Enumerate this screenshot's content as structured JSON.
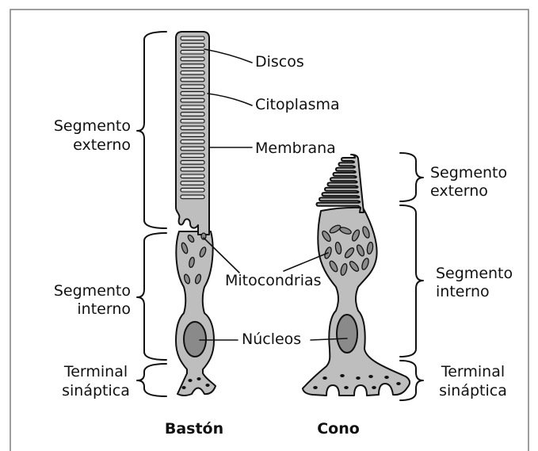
{
  "labels": {
    "discs": "Discos",
    "cytoplasm": "Citoplasma",
    "membrane": "Membrana",
    "mitochondria": "Mitocondrias",
    "nuclei": "Núcleos",
    "rod_outer_segment": [
      "Segmento",
      "externo"
    ],
    "rod_inner_segment": [
      "Segmento",
      "interno"
    ],
    "rod_synaptic_terminal": [
      "Terminal",
      "sináptica"
    ],
    "cone_outer_segment": [
      "Segmento",
      "externo"
    ],
    "cone_inner_segment": [
      "Segmento",
      "interno"
    ],
    "cone_synaptic_terminal": [
      "Terminal",
      "sináptica"
    ]
  },
  "captions": {
    "rod": "Bastón",
    "cone": "Cono"
  },
  "colors": {
    "cell_fill": "#bebebe",
    "nucleus_fill": "#8a8a8a",
    "mitochondria_fill": "#8c8c8c",
    "disc_fill": "#d6d6d6",
    "outline": "#111111",
    "frame": "#7f7f7f"
  }
}
